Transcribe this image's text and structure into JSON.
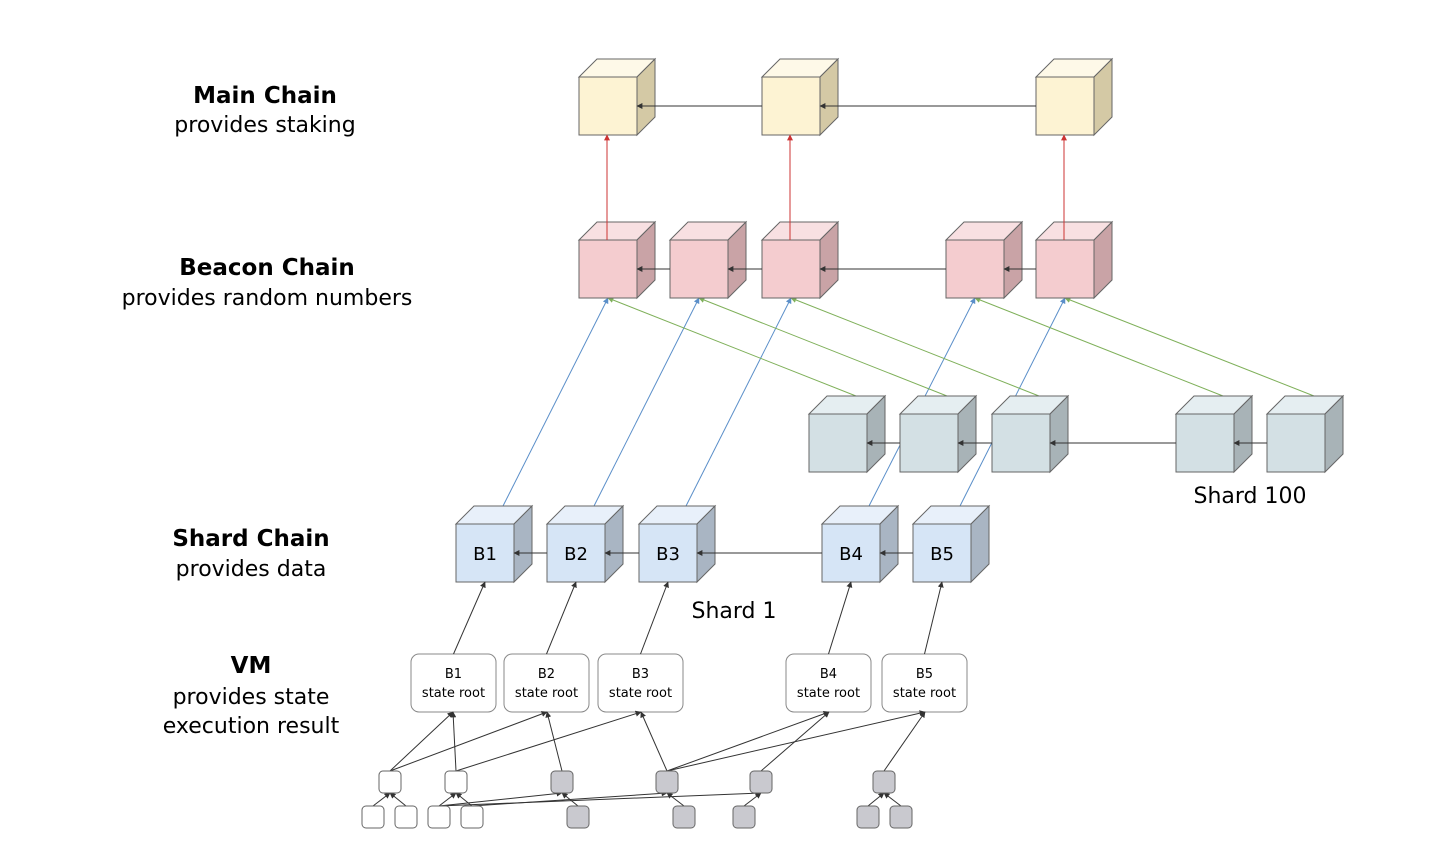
{
  "layers": {
    "main": {
      "title": "Main Chain",
      "subtitle": "provides staking"
    },
    "beacon": {
      "title": "Beacon Chain",
      "subtitle": "provides random numbers"
    },
    "shard": {
      "title": "Shard Chain",
      "subtitle": "provides data"
    },
    "vm": {
      "title": "VM",
      "subtitle_line1": "provides state",
      "subtitle_line2": "execution result"
    }
  },
  "shard1": {
    "label": "Shard 1",
    "blocks": [
      "B1",
      "B2",
      "B3",
      "B4",
      "B5"
    ]
  },
  "shard100": {
    "label": "Shard 100"
  },
  "state_roots": [
    {
      "name": "B1",
      "caption": "state root"
    },
    {
      "name": "B2",
      "caption": "state root"
    },
    {
      "name": "B3",
      "caption": "state root"
    },
    {
      "name": "B4",
      "caption": "state root"
    },
    {
      "name": "B5",
      "caption": "state root"
    }
  ],
  "colors": {
    "main_front": "#fdf3d3",
    "main_top": "#fef9e8",
    "main_side": "#d4c9a5",
    "beacon_front": "#f4cccf",
    "beacon_top": "#f8e0e2",
    "beacon_side": "#c9a3a6",
    "shard1_front": "#d6e5f6",
    "shard1_top": "#e8f0fa",
    "shard1_side": "#a9b5c3",
    "shard100_front": "#d3e0e4",
    "shard100_top": "#e5eef1",
    "shard100_side": "#a8b3b7",
    "edge_chain": "#333333",
    "edge_stake": "#cc3333",
    "edge_shard1": "#5b8fc9",
    "edge_shard100": "#7fb05a",
    "leaf_white": "#ffffff",
    "leaf_gray": "#c9c9cf"
  }
}
